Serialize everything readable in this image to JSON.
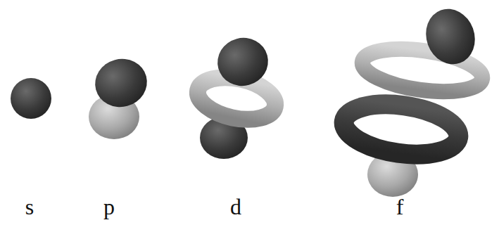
{
  "diagram": {
    "labels": [
      "s",
      "p",
      "d",
      "f"
    ]
  }
}
